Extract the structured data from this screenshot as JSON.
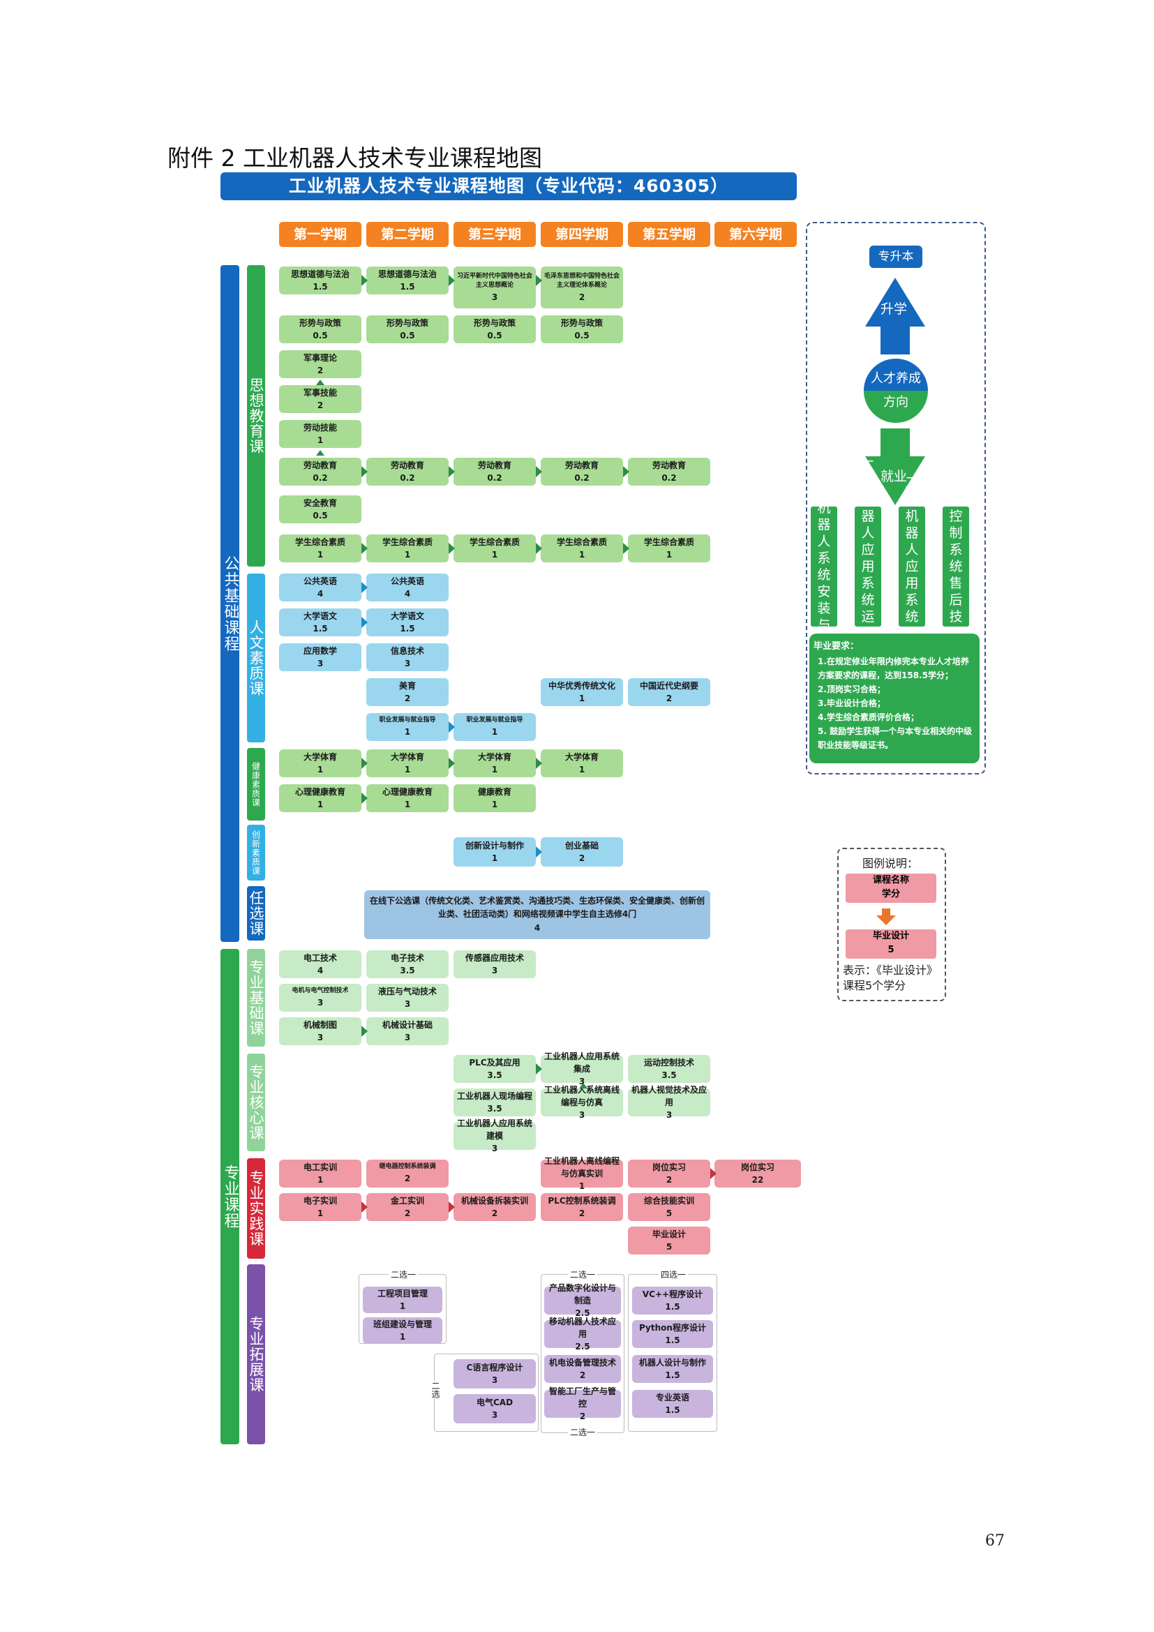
{
  "page_title": "附件 2 工业机器人技术专业课程地图",
  "banner": "工业机器人技术专业课程地图（专业代码：460305）",
  "semesters": [
    "第一学期",
    "第二学期",
    "第三学期",
    "第四学期",
    "第五学期",
    "第六学期"
  ],
  "groups": {
    "public": "公共基础课程",
    "major": "专业课程"
  },
  "categories": {
    "ideology": "思想教育课",
    "humanities": "人文素质课",
    "health": "健康素质课",
    "innovation": "创新素质课",
    "elective": "任选课",
    "major_basic": "专业基础课",
    "major_core": "专业核心课",
    "major_practice": "专业实践课",
    "major_ext": "专业拓展课"
  },
  "courses": [
    {
      "name": "思想道德与法治",
      "credit": "1.5"
    },
    {
      "name": "思想道德与法治",
      "credit": "1.5"
    },
    {
      "name": "习近平新时代中国特色社会主义思想概论",
      "credit": "3"
    },
    {
      "name": "毛泽东思想和中国特色社会主义理论体系概论",
      "credit": "2"
    },
    {
      "name": "形势与政策",
      "credit": "0.5"
    },
    {
      "name": "形势与政策",
      "credit": "0.5"
    },
    {
      "name": "形势与政策",
      "credit": "0.5"
    },
    {
      "name": "形势与政策",
      "credit": "0.5"
    },
    {
      "name": "军事理论",
      "credit": "2"
    },
    {
      "name": "军事技能",
      "credit": "2"
    },
    {
      "name": "劳动技能",
      "credit": "1"
    },
    {
      "name": "劳动教育",
      "credit": "0.2"
    },
    {
      "name": "劳动教育",
      "credit": "0.2"
    },
    {
      "name": "劳动教育",
      "credit": "0.2"
    },
    {
      "name": "劳动教育",
      "credit": "0.2"
    },
    {
      "name": "劳动教育",
      "credit": "0.2"
    },
    {
      "name": "安全教育",
      "credit": "0.5"
    },
    {
      "name": "学生综合素质",
      "credit": "1"
    },
    {
      "name": "学生综合素质",
      "credit": "1"
    },
    {
      "name": "学生综合素质",
      "credit": "1"
    },
    {
      "name": "学生综合素质",
      "credit": "1"
    },
    {
      "name": "学生综合素质",
      "credit": "1"
    },
    {
      "name": "公共英语",
      "credit": "4"
    },
    {
      "name": "公共英语",
      "credit": "4"
    },
    {
      "name": "大学语文",
      "credit": "1.5"
    },
    {
      "name": "大学语文",
      "credit": "1.5"
    },
    {
      "name": "应用数学",
      "credit": "3"
    },
    {
      "name": "信息技术",
      "credit": "3"
    },
    {
      "name": "美育",
      "credit": "2"
    },
    {
      "name": "中华优秀传统文化",
      "credit": "1"
    },
    {
      "name": "中国近代史纲要",
      "credit": "2"
    },
    {
      "name": "职业发展与就业指导",
      "credit": "1"
    },
    {
      "name": "职业发展与就业指导",
      "credit": "1"
    },
    {
      "name": "大学体育",
      "credit": "1"
    },
    {
      "name": "大学体育",
      "credit": "1"
    },
    {
      "name": "大学体育",
      "credit": "1"
    },
    {
      "name": "大学体育",
      "credit": "1"
    },
    {
      "name": "心理健康教育",
      "credit": "1"
    },
    {
      "name": "心理健康教育",
      "credit": "1"
    },
    {
      "name": "健康教育",
      "credit": "1"
    },
    {
      "name": "创新设计与制作",
      "credit": "1"
    },
    {
      "name": "创业基础",
      "credit": "2"
    },
    {
      "name": "在线下公选课（传统文化类、艺术鉴赏类、沟通技巧类、生态环保类、安全健康类、创新创业类、社团活动类）和网络视频课中学生自主选修4门",
      "credit": "4"
    },
    {
      "name": "电工技术",
      "credit": "4"
    },
    {
      "name": "电子技术",
      "credit": "3.5"
    },
    {
      "name": "传感器应用技术",
      "credit": "3"
    },
    {
      "name": "电机与电气控制技术",
      "credit": "3"
    },
    {
      "name": "液压与气动技术",
      "credit": "3"
    },
    {
      "name": "机械制图",
      "credit": "3"
    },
    {
      "name": "机械设计基础",
      "credit": "3"
    },
    {
      "name": "PLC及其应用",
      "credit": "3.5"
    },
    {
      "name": "工业机器人应用系统集成",
      "credit": "3"
    },
    {
      "name": "运动控制技术",
      "credit": "3.5"
    },
    {
      "name": "工业机器人现场编程",
      "credit": "3.5"
    },
    {
      "name": "工业机器人系统离线编程与仿真",
      "credit": "3"
    },
    {
      "name": "机器人视觉技术及应用",
      "credit": "3"
    },
    {
      "name": "工业机器人应用系统建模",
      "credit": "3"
    },
    {
      "name": "电工实训",
      "credit": "1"
    },
    {
      "name": "继电器控制系统装调",
      "credit": "2"
    },
    {
      "name": "工业机器人离线编程与仿真实训",
      "credit": "1"
    },
    {
      "name": "岗位实习",
      "credit": "2"
    },
    {
      "name": "岗位实习",
      "credit": "22"
    },
    {
      "name": "电子实训",
      "credit": "1"
    },
    {
      "name": "金工实训",
      "credit": "2"
    },
    {
      "name": "机械设备拆装实训",
      "credit": "2"
    },
    {
      "name": "PLC控制系统装调",
      "credit": "2"
    },
    {
      "name": "综合技能实训",
      "credit": "5"
    },
    {
      "name": "毕业设计",
      "credit": "5"
    },
    {
      "name": "工程项目管理",
      "credit": "1"
    },
    {
      "name": "班组建设与管理",
      "credit": "1"
    },
    {
      "name": "产品数字化设计与制造",
      "credit": "2.5"
    },
    {
      "name": "移动机器人技术应用",
      "credit": "2.5"
    },
    {
      "name": "机电设备管理技术",
      "credit": "2"
    },
    {
      "name": "智能工厂生产与管控",
      "credit": "2"
    },
    {
      "name": "VC++程序设计",
      "credit": "1.5"
    },
    {
      "name": "Python程序设计",
      "credit": "1.5"
    },
    {
      "name": "机器人设计与制作",
      "credit": "1.5"
    },
    {
      "name": "专业英语",
      "credit": "1.5"
    },
    {
      "name": "C语言程序设计",
      "credit": "3"
    },
    {
      "name": "电气CAD",
      "credit": "3"
    }
  ],
  "select_labels": {
    "two_a": "二选一",
    "two_b": "二选一",
    "four": "四选一",
    "two_c": "二选一",
    "two_side": "二选"
  },
  "right_panel": {
    "upgrade_top": "专升本",
    "upgrade": "升学",
    "direction": "人才养成方向",
    "employment": "就业",
    "jobs": [
      "工业机器人系统安装与调试",
      "工业机器人应用系统运行维护",
      "工业机器人应用系统集成",
      "自动化控制系统售后技术服务"
    ],
    "grad_title": "毕业要求：",
    "grad_items": [
      "1.在规定修业年限内修完本专业人才培养方案要求的课程，达到158.5学分；",
      "2.顶岗实习合格；",
      "3.毕业设计合格；",
      "4.学生综合素质评价合格；",
      "5. 鼓励学生获得一个与本专业相关的中级职业技能等级证书。"
    ]
  },
  "legend": {
    "title": "图例说明：",
    "box1_name": "课程名称",
    "box1_credit": "学分",
    "box2_name": "毕业设计",
    "box2_credit": "5",
    "note": "表示：《毕业设计》课程5个学分"
  },
  "page_number": "67",
  "colors": {
    "banner": "#1468be",
    "semester": "#f58220",
    "ideology": "#2ea84f",
    "humanities": "#33b0e3",
    "practice": "#d62839",
    "extension": "#7b52a8"
  }
}
